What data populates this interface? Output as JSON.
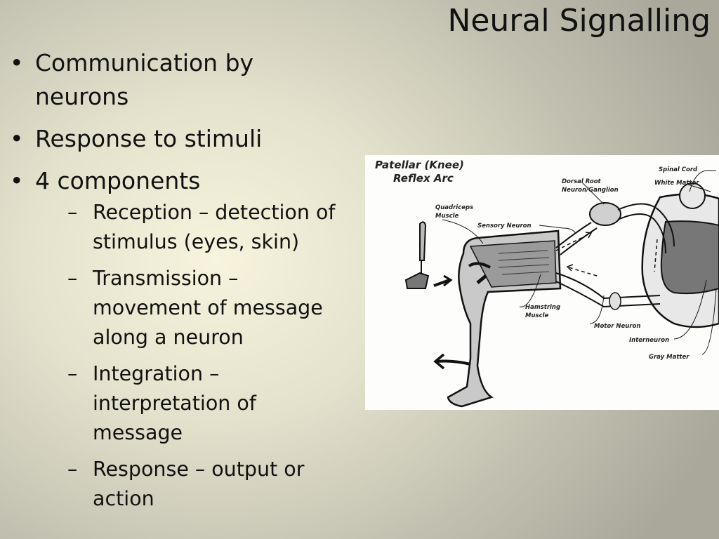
{
  "title": "Neural Signalling",
  "bullets": [
    "Communication by neurons",
    "Response to stimuli",
    "4 components"
  ],
  "sub_bullets": [
    "Reception – detection of stimulus (eyes, skin)",
    "Transmission – movement of message along a neuron",
    "Integration – interpretation of message",
    "Response – output or action"
  ],
  "figure": {
    "title_line1": "Patellar (Knee)",
    "title_line2": "Reflex Arc",
    "labels": {
      "spinal_cord": "Spinal Cord",
      "white_matter": "White Matter",
      "dorsal_root_1": "Dorsal Root",
      "dorsal_root_2": "Neuron/Ganglion",
      "quadriceps_1": "Quadriceps",
      "quadriceps_2": "Muscle",
      "sensory_neuron": "Sensory Neuron",
      "hamstring_1": "Hamstring",
      "hamstring_2": "Muscle",
      "motor_neuron": "Motor Neuron",
      "interneuron": "Interneuron",
      "gray_matter": "Gray Matter"
    }
  }
}
